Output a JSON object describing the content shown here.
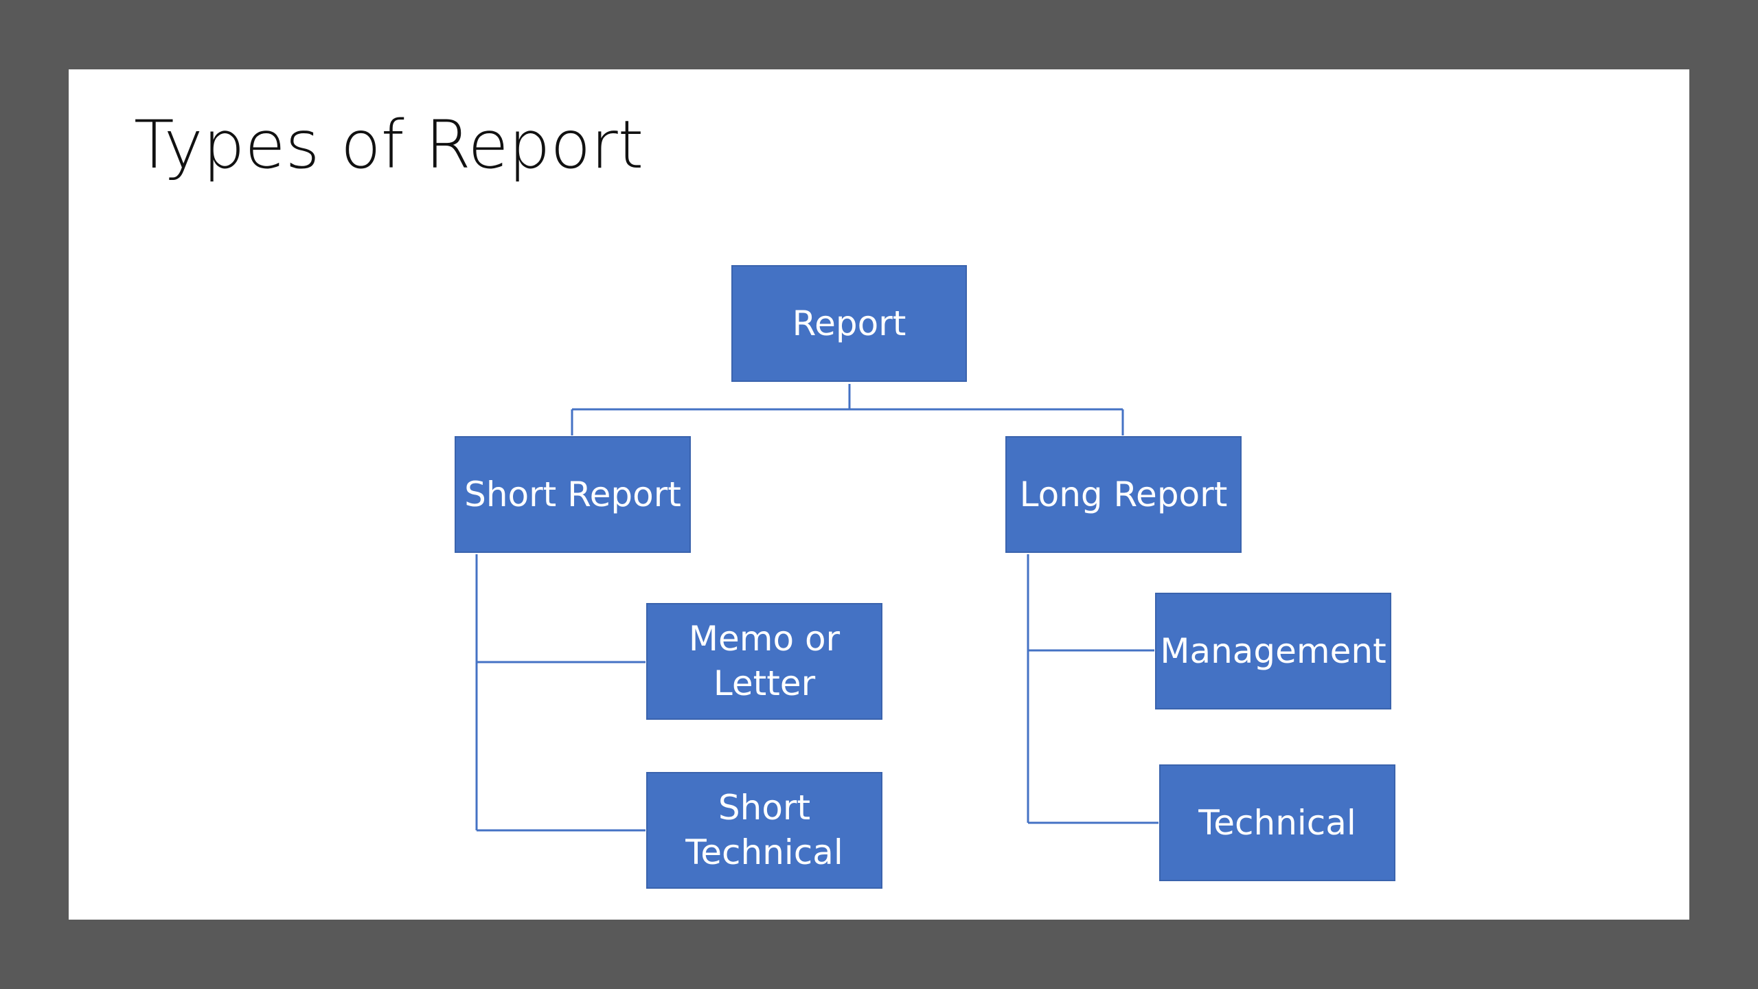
{
  "slide": {
    "title": "Types of Report"
  },
  "colors": {
    "frame": "#595959",
    "slide": "#FFFFFF",
    "node_fill": "#4472C4",
    "node_border": "#3A63AD",
    "node_text": "#FFFFFF",
    "connector": "#4472C4",
    "title_text": "#111111"
  },
  "diagram": {
    "root": {
      "label": "Report"
    },
    "branches": [
      {
        "label": "Short Report",
        "children": [
          {
            "label": "Memo or Letter"
          },
          {
            "label": "Short Technical"
          }
        ]
      },
      {
        "label": "Long Report",
        "children": [
          {
            "label": "Management"
          },
          {
            "label": "Technical"
          }
        ]
      }
    ]
  }
}
